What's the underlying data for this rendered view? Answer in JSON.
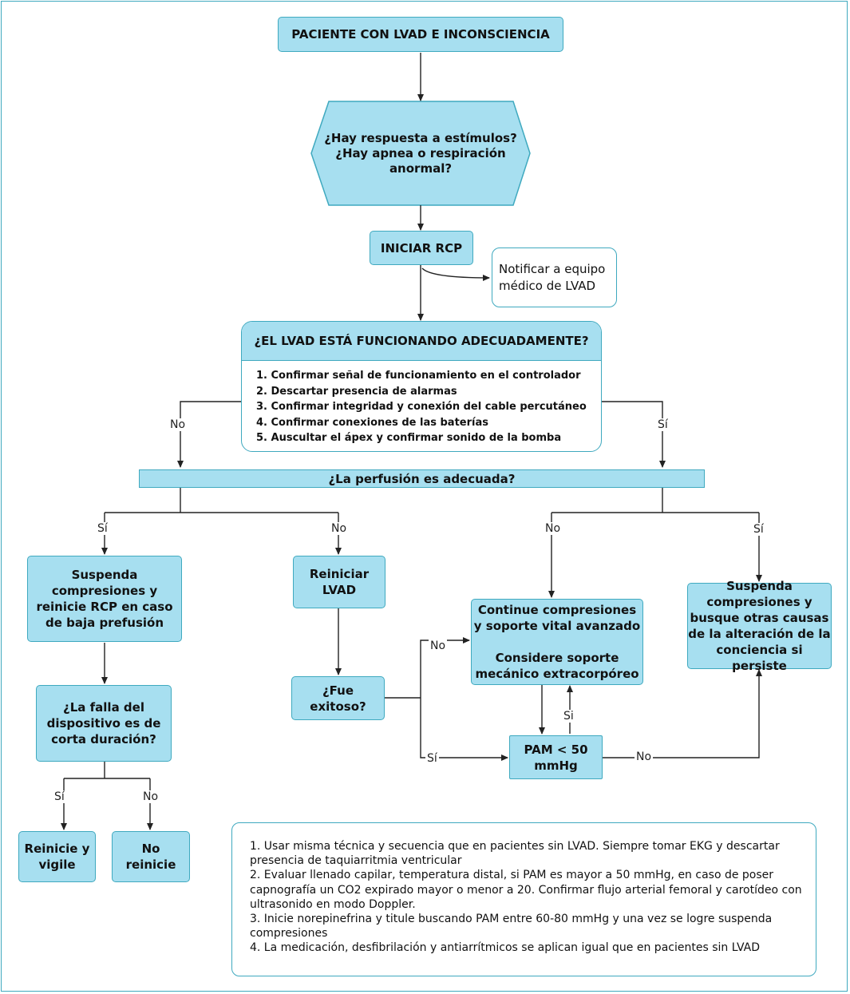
{
  "title": "PACIENTE CON LVAD E INCONSCIENCIA",
  "q_stimuli": "¿Hay respuesta a estímulos?\n¿Hay apnea o respiración\nanormal?",
  "start_cpr": "INICIAR RCP",
  "notify": "Notificar a equipo\nmédico de LVAD",
  "lvad_check": {
    "question": "¿EL LVAD ESTÁ FUNCIONANDO ADECUADAMENTE?",
    "steps": [
      "1. Confirmar señal de funcionamiento en el controlador",
      "2. Descartar presencia de alarmas",
      "3. Confirmar integridad y conexión del cable percutáneo",
      "4. Confirmar conexiones de las baterías",
      "5. Auscultar el ápex y confirmar sonido de la bomba"
    ]
  },
  "perfusion_q": "¿La perfusión es adecuada?",
  "suspend_left": "Suspenda\ncompresiones y\nreinicie RCP en caso\nde baja prefusión",
  "restart_lvad": "Reiniciar\nLVAD",
  "continue_box": "Continue compresiones\ny soporte vital avanzado\n\nConsidere soporte\nmecánico extracorpóreo",
  "suspend_right": "Suspenda\ncompresiones y\nbusque otras causas\nde la alteración de la\nconciencia si persiste",
  "short_failure_q": "¿La falla del\ndispositivo es de\ncorta duración?",
  "success_q": "¿Fue\nexitoso?",
  "pam_box": "PAM < 50\nmmHg",
  "restart_watch": "Reinicie y\nvigile",
  "no_restart": "No\nreinicie",
  "labels": {
    "yes": "Sí",
    "no": "No",
    "si_plain": "Si"
  },
  "notes": [
    "1. Usar misma técnica y secuencia que en pacientes sin LVAD. Siempre tomar EKG y descartar presencia de taquiarritmia ventricular",
    "2. Evaluar llenado capilar, temperatura distal, si PAM es mayor a 50 mmHg, en caso de poser capnografía un CO2 expirado mayor o menor a 20. Confirmar flujo arterial femoral y carotídeo con ultrasonido en modo Doppler.",
    "3. Inicie norepinefrina y titule buscando PAM entre 60-80 mmHg y una vez se logre suspenda compresiones",
    "4. La medicación, desfibrilación y antiarrítmicos se aplican igual que en pacientes sin LVAD"
  ],
  "colors": {
    "fill": "#a7dff0",
    "border": "#3fa9bf",
    "line": "#222222"
  }
}
